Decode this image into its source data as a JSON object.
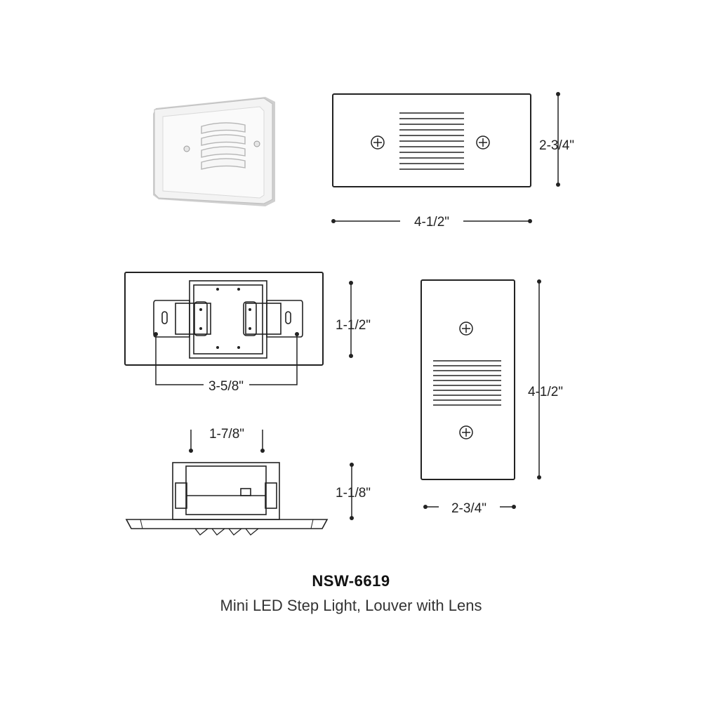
{
  "product": {
    "model": "NSW-6619",
    "description": "Mini LED Step Light, Louver with Lens"
  },
  "dimensions": {
    "front_height": "2-3/4\"",
    "front_width": "4-1/2\"",
    "rear_height": "1-1/2\"",
    "rear_mount_width": "3-5/8\"",
    "side_width": "1-7/8\"",
    "side_depth": "1-1/8\"",
    "vertical_height": "4-1/2\"",
    "vertical_width": "2-3/4\""
  },
  "colors": {
    "line": "#222222",
    "photo_plate": "#f4f4f4",
    "photo_shadow": "#cfcfcf"
  },
  "icons": [
    "screw-icon",
    "louver-slot-icon",
    "dimension-dot-icon"
  ]
}
